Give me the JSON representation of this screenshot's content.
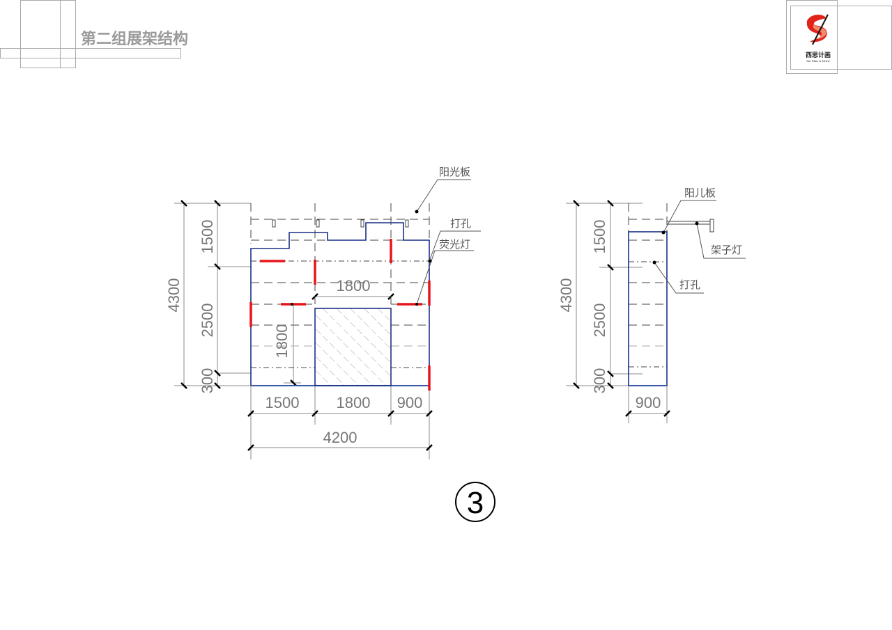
{
  "header": {
    "title": "第二组展架结构"
  },
  "logo": {
    "name_cn": "西思计画",
    "name_en": "Sei Plan & Draw",
    "colors": {
      "primary": "#e2231a",
      "secondary": "#f08a6a"
    }
  },
  "drawing": {
    "figure_number": "3",
    "colors": {
      "outline": "#1a2f8a",
      "light_fixture": "#e8141a",
      "dimension": "#777777"
    },
    "front_view": {
      "labels": {
        "polycarbonate_panel": "阳光板",
        "drill_hole": "打孔",
        "fluorescent_light": "荧光灯"
      },
      "dimensions": {
        "total_height": "4300",
        "top_section": "1500",
        "middle_section": "2500",
        "bottom_section": "300",
        "opening_height": "1800",
        "opening_width_top": "1800",
        "width_left": "1500",
        "width_middle": "1800",
        "width_right": "900",
        "total_width": "4200"
      }
    },
    "side_view": {
      "labels": {
        "polycarbonate_panel": "阳儿板",
        "rack_light": "架子灯",
        "drill_hole": "打孔"
      },
      "dimensions": {
        "total_height": "4300",
        "top_section": "1500",
        "middle_section": "2500",
        "bottom_section": "300",
        "width": "900"
      }
    }
  }
}
